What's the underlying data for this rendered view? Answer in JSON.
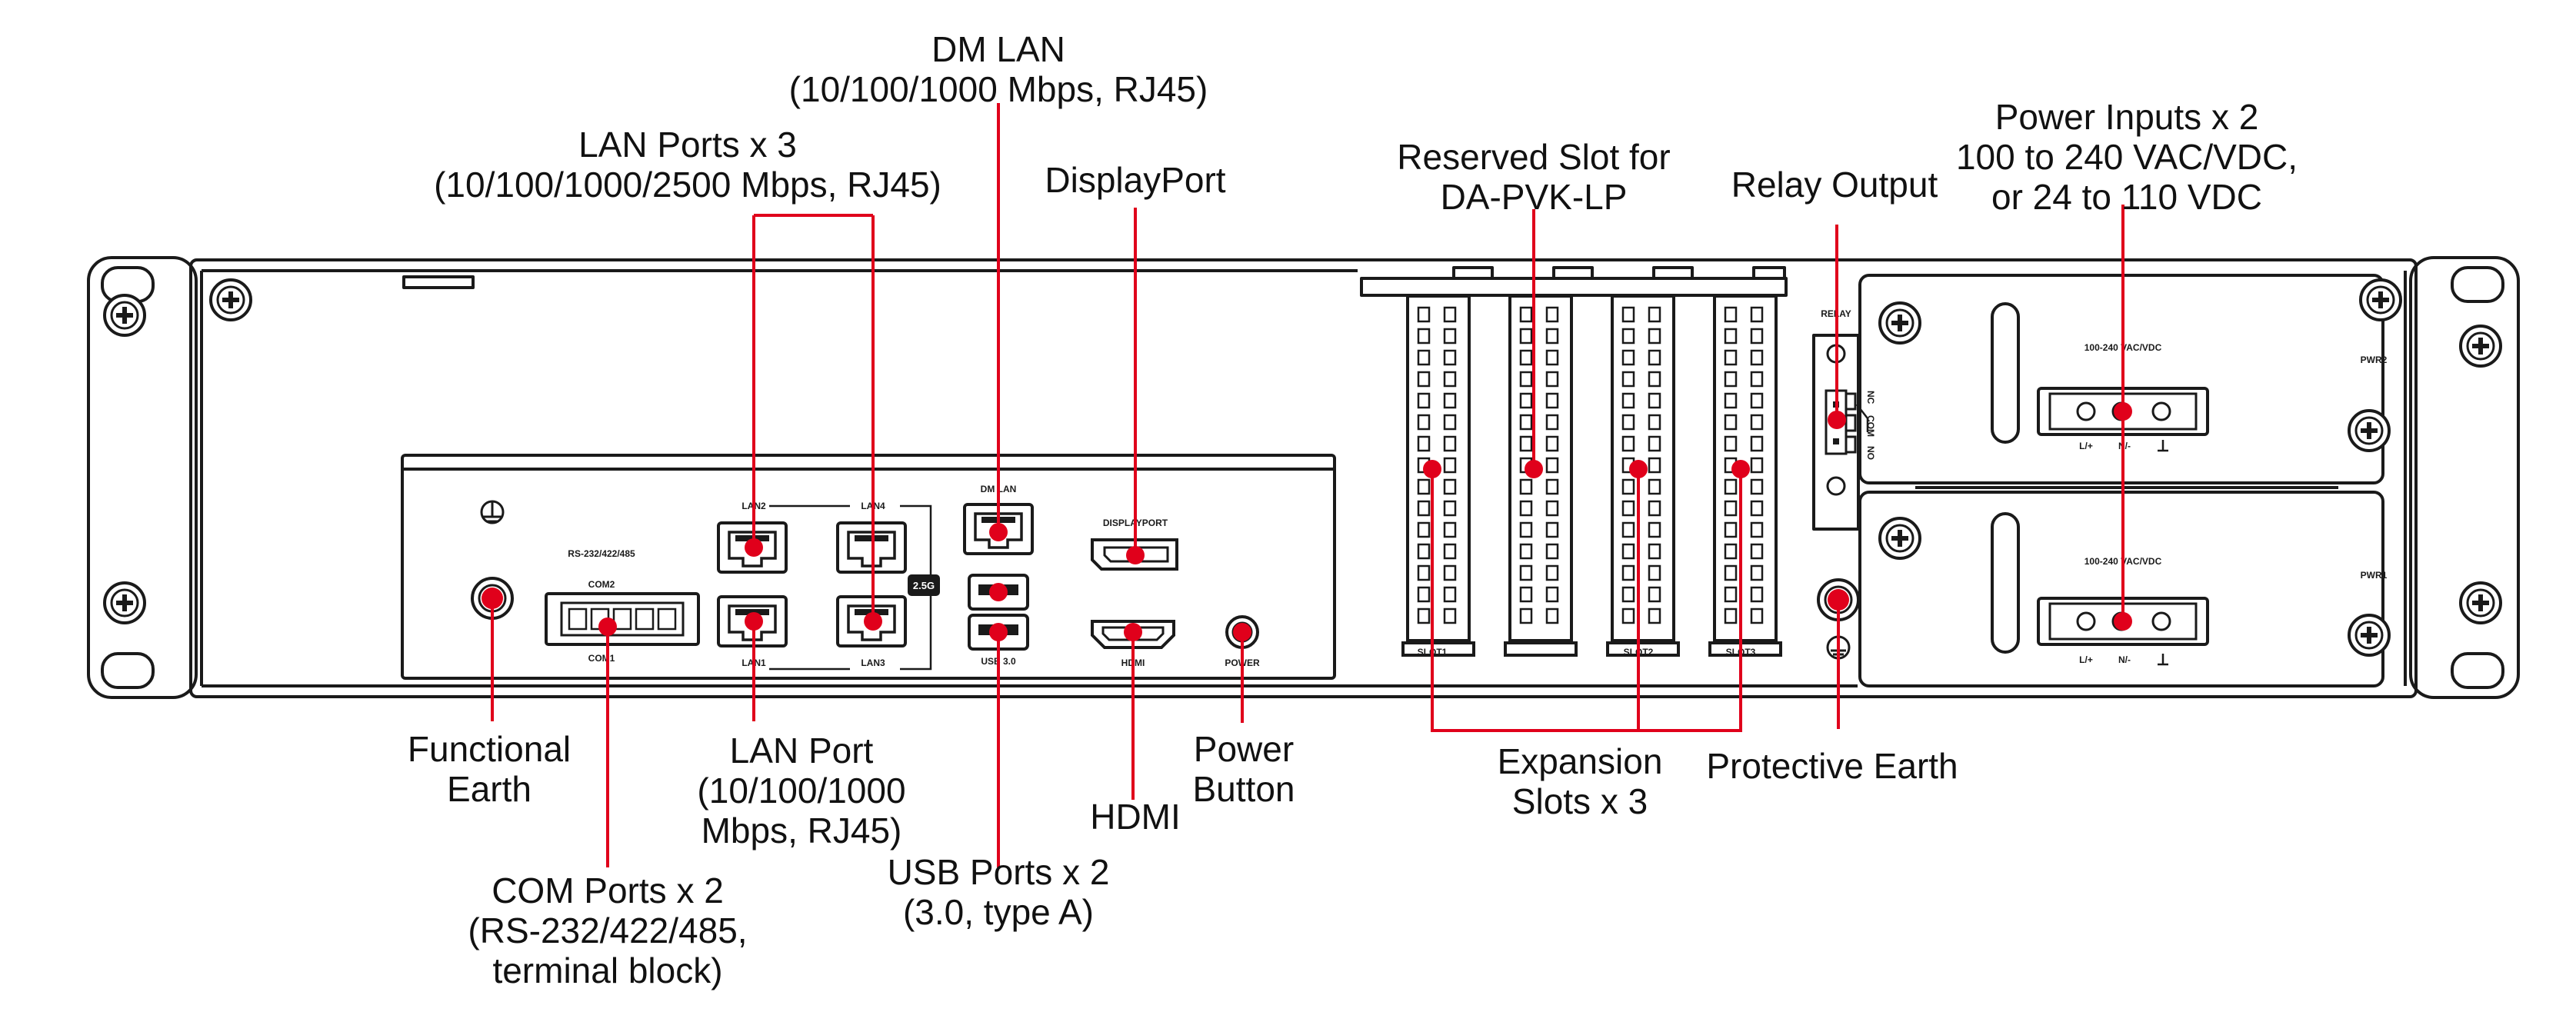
{
  "colors": {
    "accent": "#e0001b",
    "outline": "#1a1a1a",
    "panel": "#ffffff"
  },
  "callouts": {
    "dm_lan": [
      "DM LAN",
      "(10/100/1000 Mbps, RJ45)"
    ],
    "lan_ports": [
      "LAN Ports x 3",
      "(10/100/1000/2500 Mbps, RJ45)"
    ],
    "displayport": [
      "DisplayPort"
    ],
    "reserved_slot": [
      "Reserved Slot for",
      "DA-PVK-LP"
    ],
    "relay_output": [
      "Relay Output"
    ],
    "power_inputs": [
      "Power Inputs x 2",
      "100 to 240 VAC/VDC,",
      "or 24 to 110 VDC"
    ],
    "functional_earth": [
      "Functional",
      "Earth"
    ],
    "lan_port": [
      "LAN Port",
      "(10/100/1000",
      "Mbps, RJ45)"
    ],
    "hdmi": [
      "HDMI"
    ],
    "power_button": [
      "Power",
      "Button"
    ],
    "com_ports": [
      "COM Ports x 2",
      "(RS-232/422/485,",
      "terminal block)"
    ],
    "usb_ports": [
      "USB Ports x 2",
      "(3.0, type A)"
    ],
    "expansion_slots": [
      "Expansion",
      "Slots x 3"
    ],
    "protective_earth": [
      "Protective Earth"
    ]
  },
  "panel_labels": {
    "rs232": "RS-232/422/485",
    "com2": "COM2",
    "com1": "COM1",
    "lan2": "LAN2",
    "lan4": "LAN4",
    "lan1": "LAN1",
    "lan3": "LAN3",
    "badge_25g": "2.5G",
    "dm_lan": "DM LAN",
    "usb": "USB 3.0",
    "displayport": "DISPLAYPORT",
    "hdmi": "HDMI",
    "power": "POWER",
    "slot1": "SLOT1",
    "slot2": "SLOT2",
    "slot3": "SLOT3",
    "relay": "RELAY",
    "nc": "NC",
    "com": "COM",
    "no": "NO",
    "pwr2": "PWR2",
    "pwr1": "PWR1",
    "vac_top": "100-240 VAC/VDC",
    "vac_bottom": "100-240 VAC/VDC",
    "l_plus_top": "L/+",
    "n_minus_top": "N/-",
    "l_plus_bottom": "L/+",
    "n_minus_bottom": "N/-"
  }
}
